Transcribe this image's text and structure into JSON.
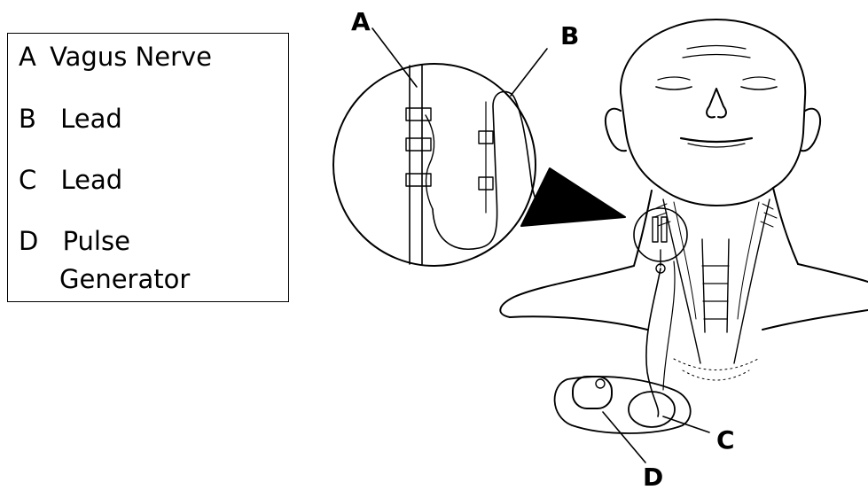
{
  "legend": {
    "items": [
      {
        "letter": "A",
        "label": "Vagus Nerve"
      },
      {
        "letter": "B",
        "label": "Lead"
      },
      {
        "letter": "C",
        "label": "Lead"
      },
      {
        "letter": "D",
        "label": "Pulse",
        "label2": "Generator"
      }
    ]
  },
  "callouts": {
    "a": "A",
    "b": "B",
    "c": "C",
    "d": "D"
  }
}
